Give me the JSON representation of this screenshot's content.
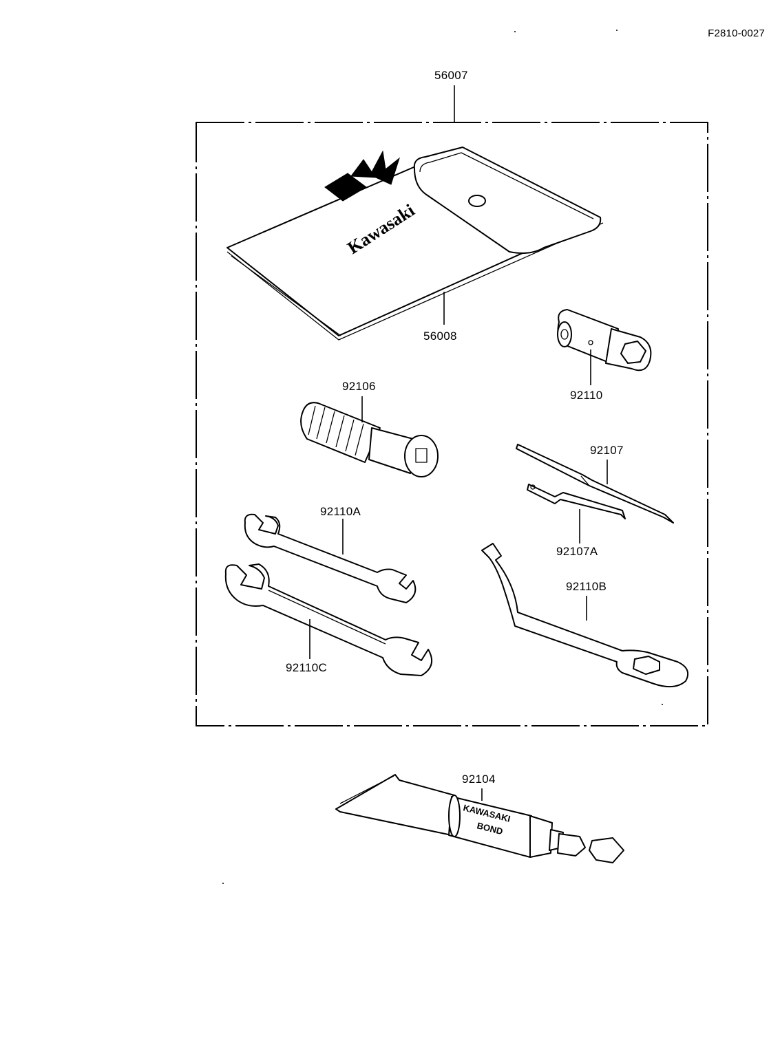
{
  "document": {
    "id": "F2810-0027"
  },
  "parts": {
    "tool_kit": "56007",
    "tool_bag": "56008",
    "plug_wrench": "92110",
    "screwdriver_handle": "92106",
    "screwdriver": "92107",
    "screwdriver_small": "92107A",
    "wrench_small": "92110A",
    "hook_wrench": "92110B",
    "wrench_large": "92110C",
    "bond_tube": "92104"
  },
  "logos": {
    "bag_brand": "Kawasaki",
    "tube_text_line1": "KAWASAKI",
    "tube_text_line2": "BOND"
  }
}
